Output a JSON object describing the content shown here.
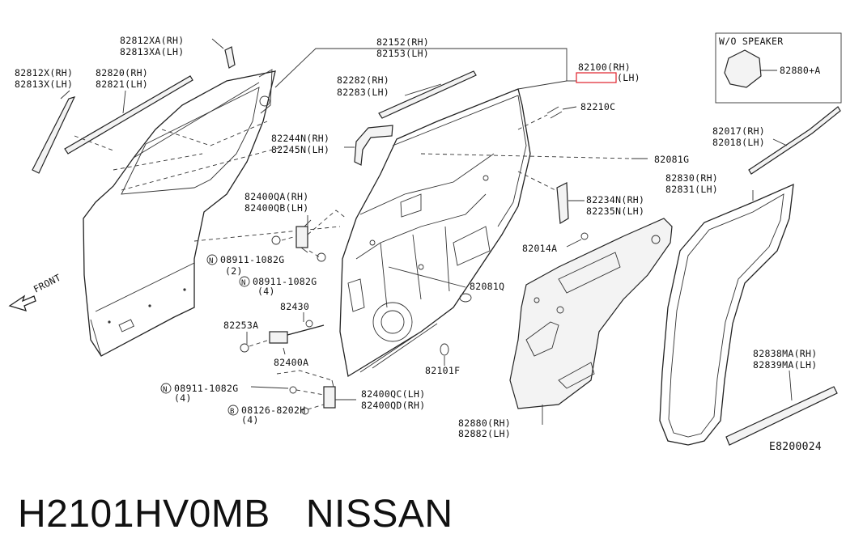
{
  "labels": {
    "l_82812XA": "82812XA(RH)",
    "l_82813XA": "82813XA(LH)",
    "l_82812X": "82812X(RH)",
    "l_82813X": "82813X(LH)",
    "l_82820": "82820(RH)",
    "l_82821": "82821(LH)",
    "l_82152": "82152(RH)",
    "l_82153": "82153(LH)",
    "l_82282": "82282(RH)",
    "l_82283": "82283(LH)",
    "l_82100": "82100(RH)",
    "l_82101": "(LH)",
    "l_82210C": "82210C",
    "l_82244N": "82244N(RH)",
    "l_82245N": "82245N(LH)",
    "l_82400QA": "82400QA(RH)",
    "l_82400QB": "82400QB(LH)",
    "l_08911a": "08911-1082G",
    "l_08911a_qty": "(2)",
    "l_08911b": "08911-1082G",
    "l_08911b_qty": "(4)",
    "l_82430": "82430",
    "l_82253A": "82253A",
    "l_82400A": "82400A",
    "l_08911c": "08911-1082G",
    "l_08911c_qty": "(4)",
    "l_08126": "08126-8202H",
    "l_08126_qty": "(4)",
    "l_82400QC": "82400QC(LH)",
    "l_82400QD": "82400QD(RH)",
    "l_82081G": "82081G",
    "l_82234N": "82234N(RH)",
    "l_82235N": "82235N(LH)",
    "l_82014A": "82014A",
    "l_82081Q": "82081Q",
    "l_82101F": "82101F",
    "l_82880": "82880(RH)",
    "l_82882": "82882(LH)",
    "l_82830": "82830(RH)",
    "l_82831": "82831(LH)",
    "l_82017": "82017(RH)",
    "l_82018": "82018(LH)",
    "l_82838MA": "82838MA(RH)",
    "l_82839MA": "82839MA(LH)",
    "l_wo_speaker": "W/O SPEAKER",
    "l_82880A": "82880+A",
    "l_front": "FRONT",
    "l_drawing_code": "E8200024",
    "bolt_N": "N",
    "bolt_B": "B"
  },
  "highlight_color": "#e0202a",
  "footer": {
    "part_number": "H2101HV0MB",
    "brand": "NISSAN"
  }
}
